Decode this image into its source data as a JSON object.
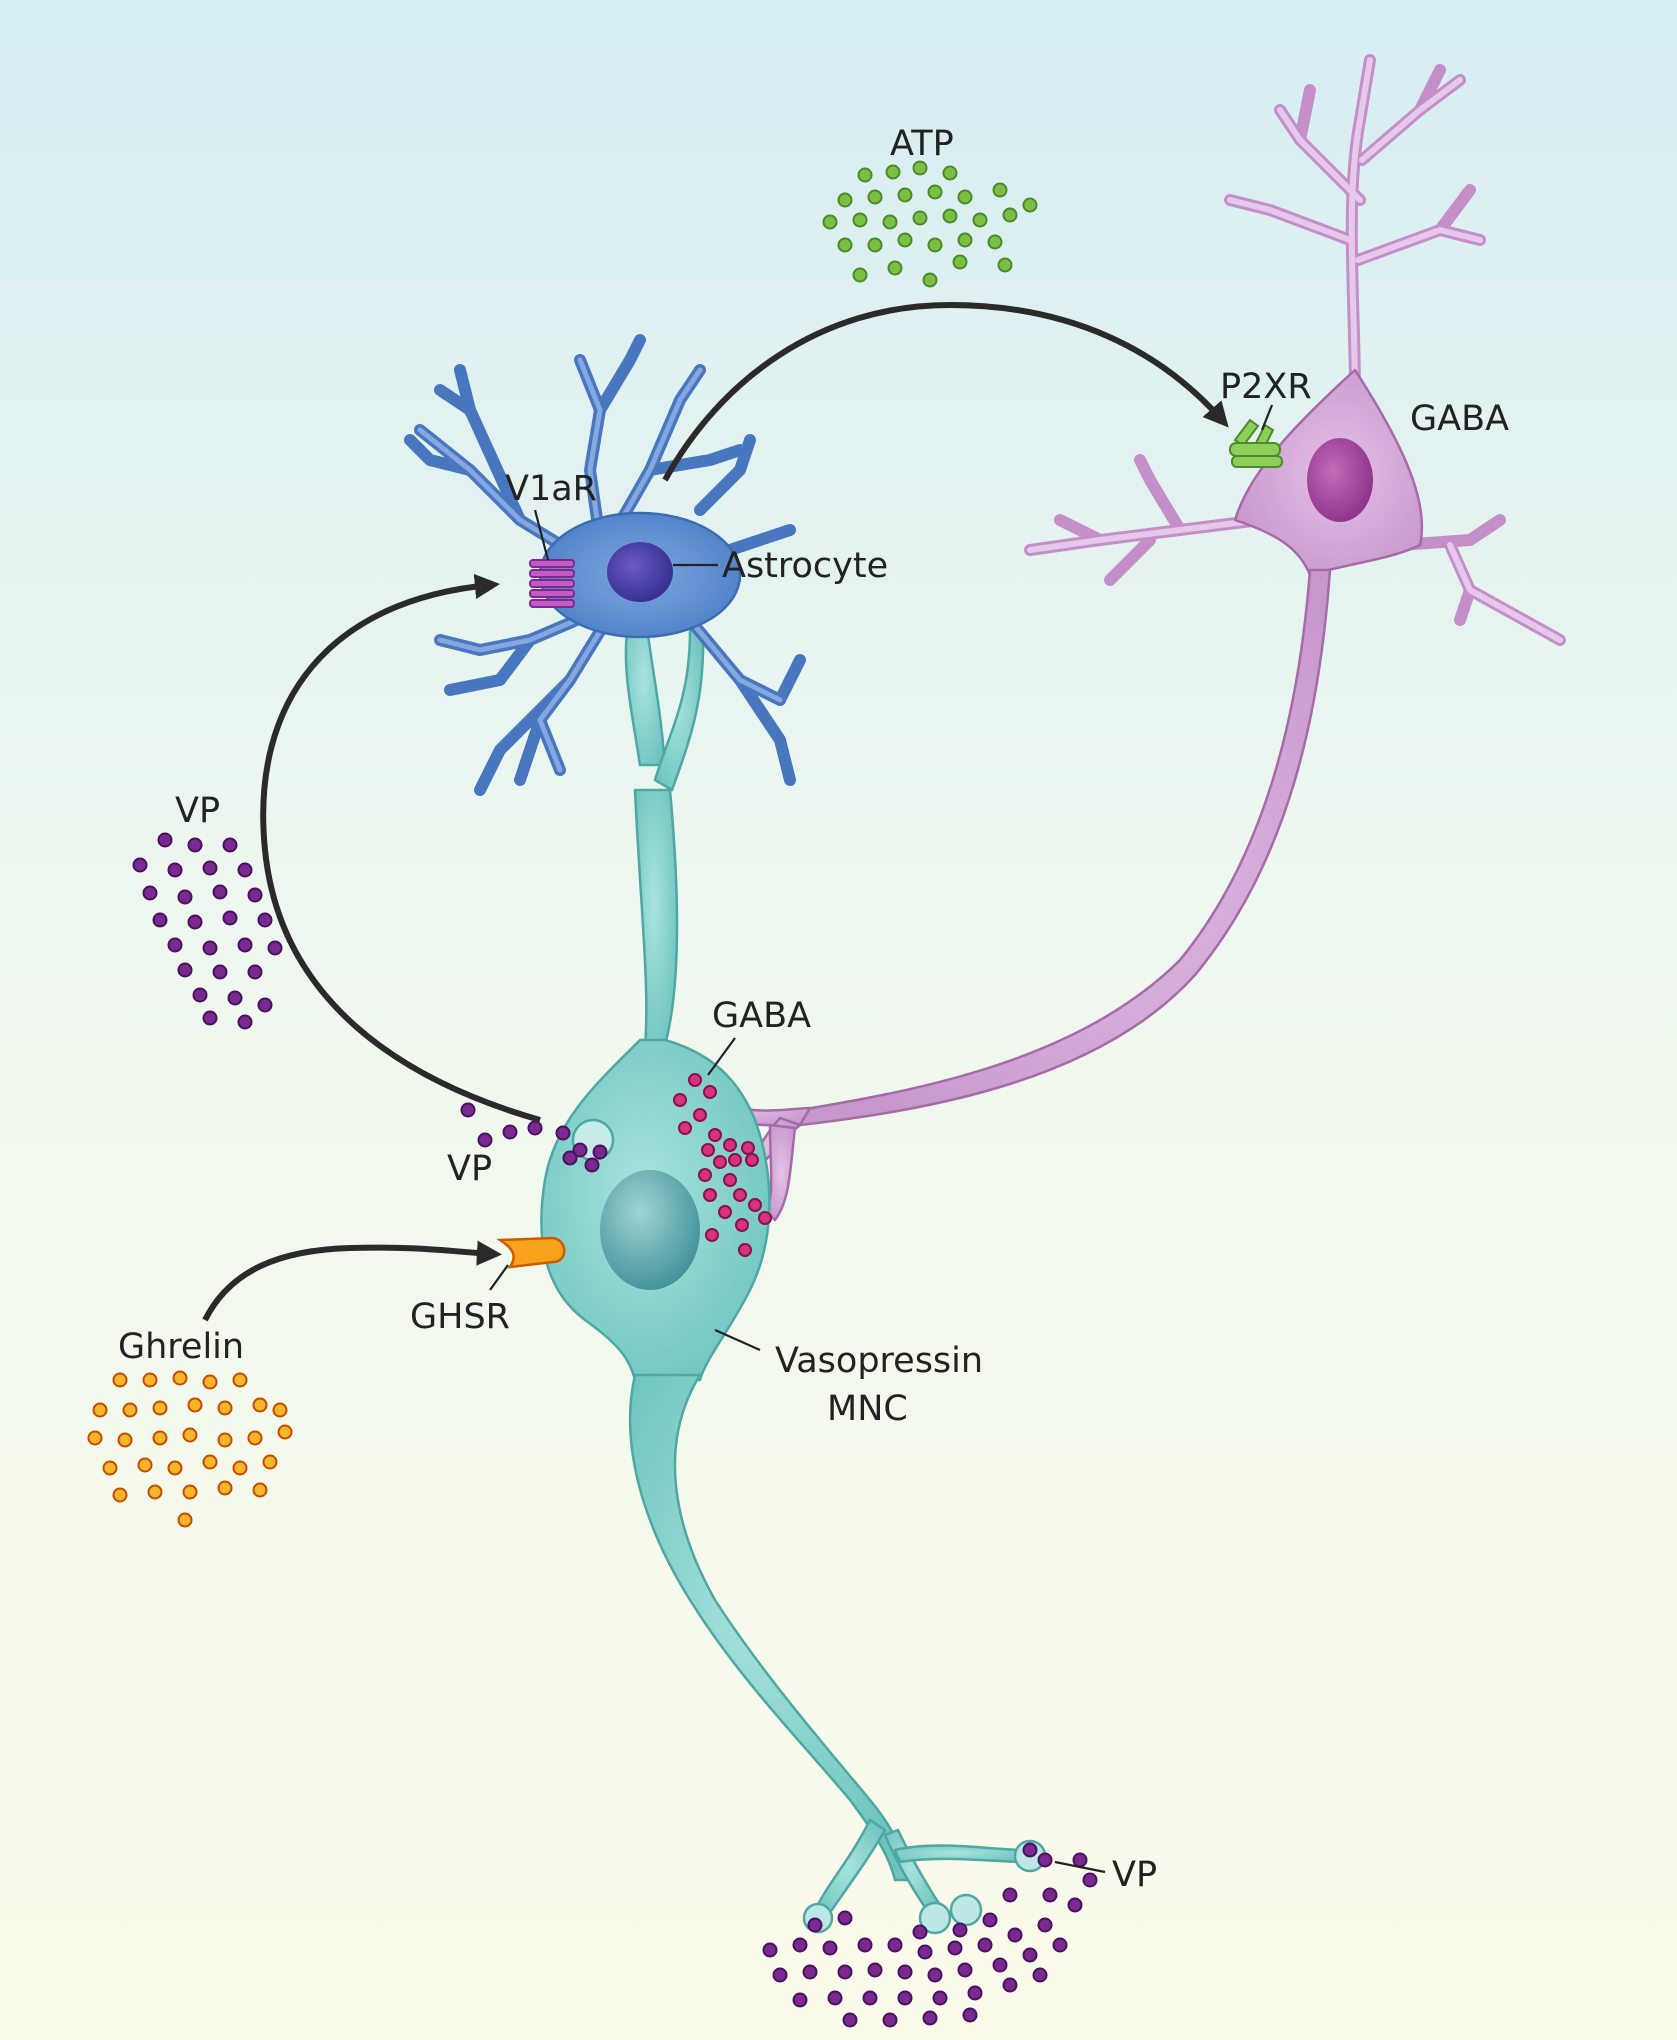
{
  "labels": {
    "atp": "ATP",
    "p2xr": "P2XR",
    "gaba_neuron": "GABA",
    "v1ar": "V1aR",
    "astrocyte": "Astrocyte",
    "vp_cluster_left": "VP",
    "gaba_synapse": "GABA",
    "vp_release_soma": "VP",
    "ghsr": "GHSR",
    "ghrelin": "Ghrelin",
    "vasopressin_mnc_line1": "Vasopressin",
    "vasopressin_mnc_line2": "MNC",
    "vp_terminals": "VP"
  },
  "colors": {
    "mnc_cell": "#8fd3cf",
    "astrocyte": "#5b8fd0",
    "gaba_neuron": "#d6a9db",
    "vp_dots": "#7a2a8e",
    "atp_dots": "#7bc043",
    "ghrelin_dots": "#f5b52b",
    "gaba_vesicles": "#d6337a",
    "arrows": "#2a2a2a"
  }
}
